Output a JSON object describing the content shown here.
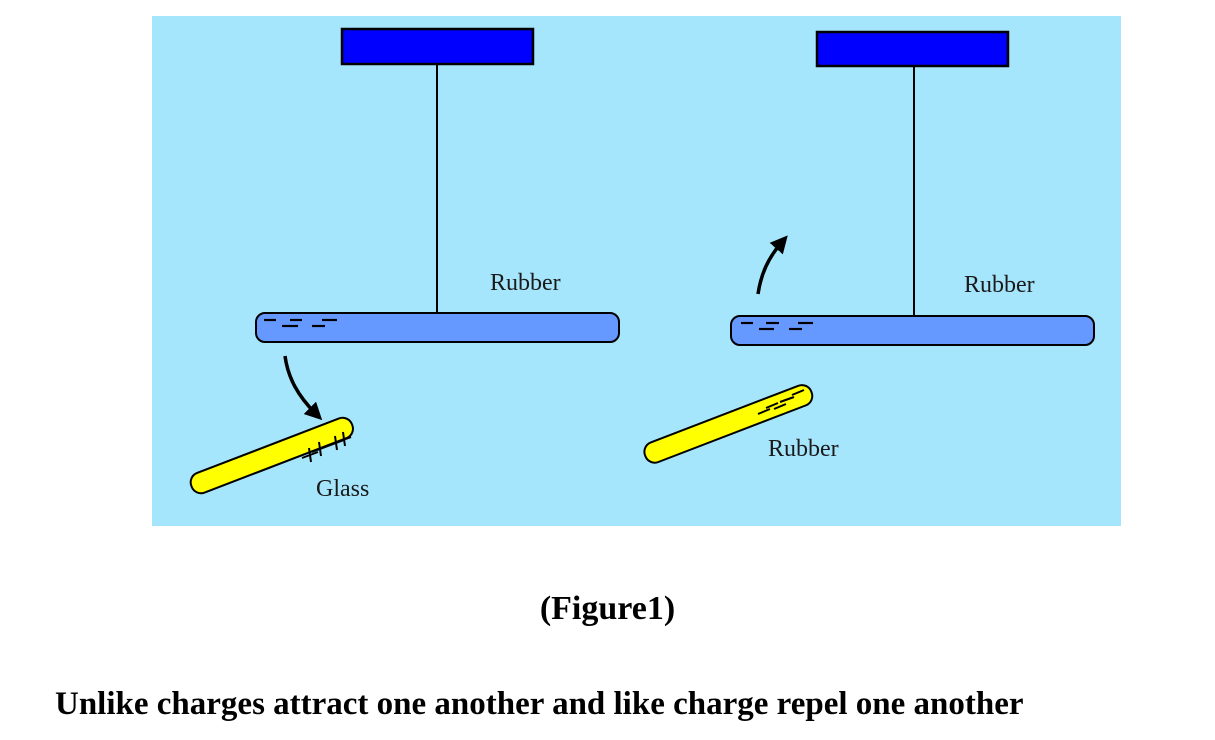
{
  "colors": {
    "background": "#a6e6fc",
    "support_block": "#0000ff",
    "suspended_rod": "#6699ff",
    "handheld_rod": "#ffff00",
    "outline": "#000000"
  },
  "panels": [
    {
      "id": "attraction",
      "suspended_rod": {
        "material": "Rubber",
        "charge": "negative",
        "charge_symbols": "− − − − −"
      },
      "handheld_rod": {
        "material": "Glass",
        "charge": "positive",
        "charge_symbols": "+ + + +"
      },
      "arrow": {
        "direction": "toward",
        "meaning": "attraction"
      }
    },
    {
      "id": "repulsion",
      "suspended_rod": {
        "material": "Rubber",
        "charge": "negative",
        "charge_symbols": "− − − − −"
      },
      "handheld_rod": {
        "material": "Rubber",
        "charge": "negative",
        "charge_symbols": "− − − −"
      },
      "arrow": {
        "direction": "away",
        "meaning": "repulsion"
      }
    }
  ],
  "labels": {
    "left_suspended": "Rubber",
    "left_handheld": "Glass",
    "right_suspended": "Rubber",
    "right_handheld": "Rubber"
  },
  "caption": {
    "figure": "(Figure1)",
    "statement": "Unlike charges attract one another and like charge repel one another"
  }
}
